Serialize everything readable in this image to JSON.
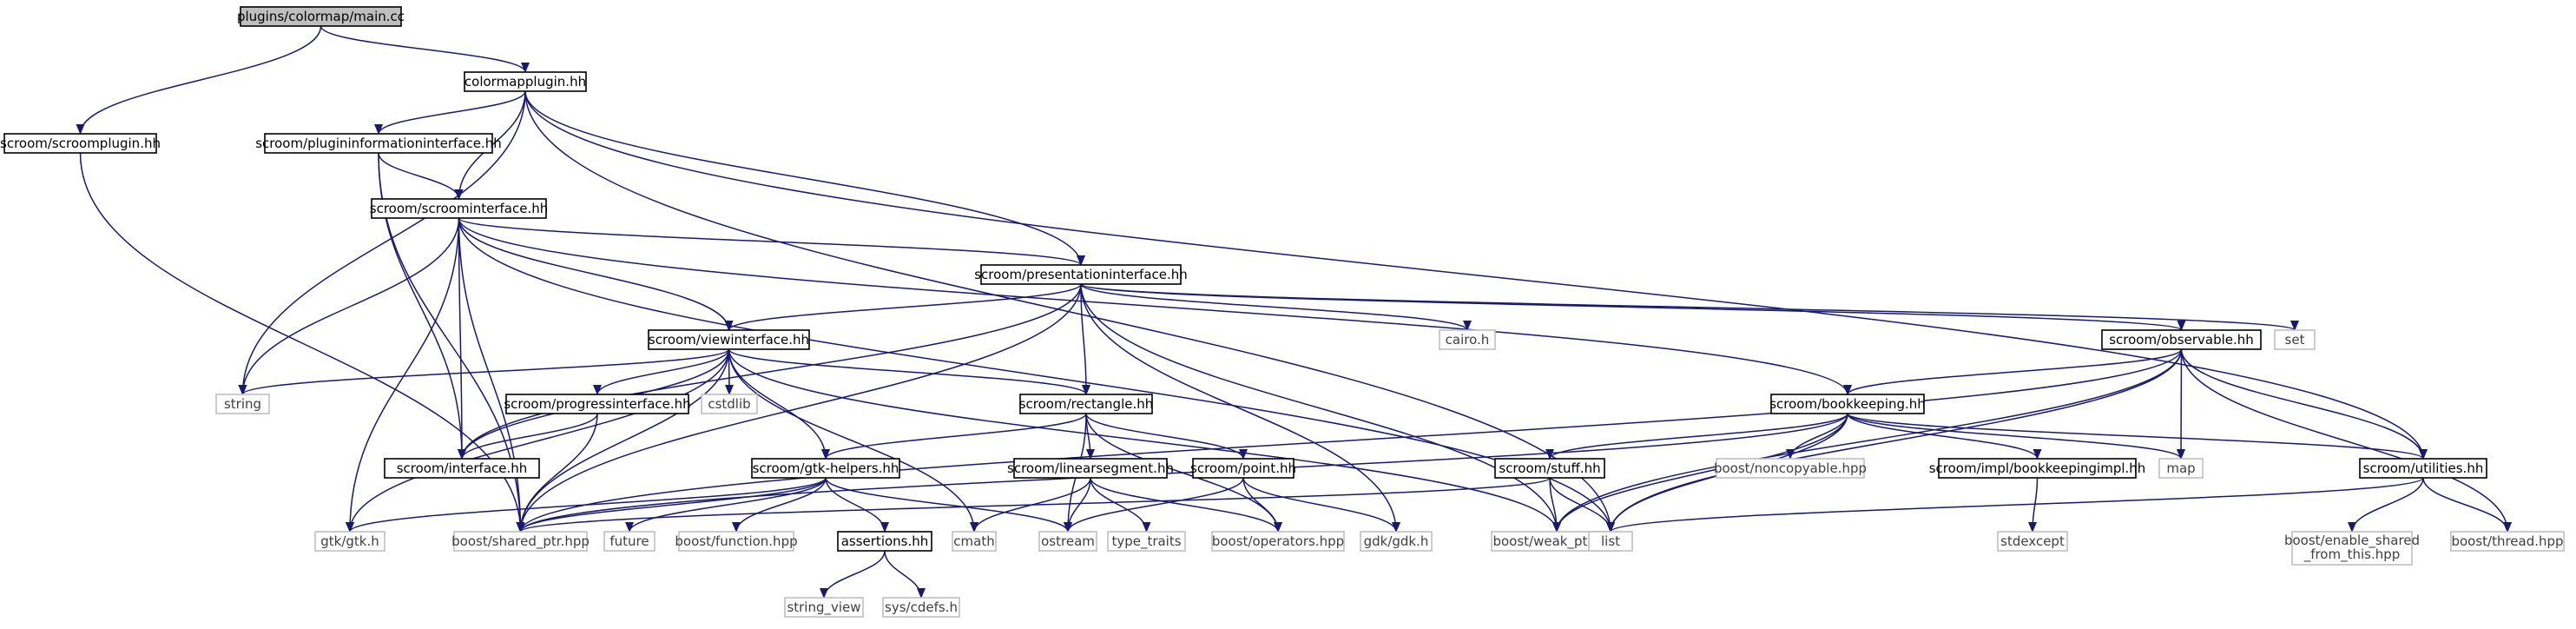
{
  "colors": {
    "edge": "#191970",
    "node_border": "#000000",
    "node_text": "#000000",
    "root_fill": "#bfbfbf",
    "node_fill": "#ffffff",
    "system_border": "#bfbfbf",
    "system_text": "#3f3f3f"
  },
  "nodes": [
    {
      "id": "main",
      "label": "plugins/colormap/main.cc",
      "kind": "root"
    },
    {
      "id": "cmplugin",
      "label": "colormapplugin.hh",
      "kind": "local"
    },
    {
      "id": "scroomplugin",
      "label": "scroom/scroomplugin.hh",
      "kind": "local"
    },
    {
      "id": "plugininfo",
      "label": "scroom/plugininformationinterface.hh",
      "kind": "local"
    },
    {
      "id": "scroominterface",
      "label": "scroom/scroominterface.hh",
      "kind": "local"
    },
    {
      "id": "presentation",
      "label": "scroom/presentationinterface.hh",
      "kind": "local"
    },
    {
      "id": "viewinterface",
      "label": "scroom/viewinterface.hh",
      "kind": "local"
    },
    {
      "id": "observable",
      "label": "scroom/observable.hh",
      "kind": "local"
    },
    {
      "id": "set",
      "label": "set",
      "kind": "system"
    },
    {
      "id": "cairo",
      "label": "cairo.h",
      "kind": "system"
    },
    {
      "id": "string",
      "label": "string",
      "kind": "system"
    },
    {
      "id": "cstdlib",
      "label": "cstdlib",
      "kind": "system"
    },
    {
      "id": "progress",
      "label": "scroom/progressinterface.hh",
      "kind": "local"
    },
    {
      "id": "interface",
      "label": "scroom/interface.hh",
      "kind": "local"
    },
    {
      "id": "rectangle",
      "label": "scroom/rectangle.hh",
      "kind": "local"
    },
    {
      "id": "bookkeeping",
      "label": "scroom/bookkeeping.hh",
      "kind": "local"
    },
    {
      "id": "gtkhelpers",
      "label": "scroom/gtk-helpers.hh",
      "kind": "local"
    },
    {
      "id": "linseg",
      "label": "scroom/linearsegment.hh",
      "kind": "local"
    },
    {
      "id": "point",
      "label": "scroom/point.hh",
      "kind": "local"
    },
    {
      "id": "stuff",
      "label": "scroom/stuff.hh",
      "kind": "local"
    },
    {
      "id": "noncopyable",
      "label": "boost/noncopyable.hpp",
      "kind": "system"
    },
    {
      "id": "bkimpl",
      "label": "scroom/impl/bookkeepingimpl.hh",
      "kind": "local"
    },
    {
      "id": "map",
      "label": "map",
      "kind": "system"
    },
    {
      "id": "utilities",
      "label": "scroom/utilities.hh",
      "kind": "local"
    },
    {
      "id": "gtkgtk",
      "label": "gtk/gtk.h",
      "kind": "system"
    },
    {
      "id": "sharedptr",
      "label": "boost/shared_ptr.hpp",
      "kind": "system"
    },
    {
      "id": "future",
      "label": "future",
      "kind": "system"
    },
    {
      "id": "function",
      "label": "boost/function.hpp",
      "kind": "system"
    },
    {
      "id": "assertions",
      "label": "assertions.hh",
      "kind": "local"
    },
    {
      "id": "cmath",
      "label": "cmath",
      "kind": "system"
    },
    {
      "id": "ostream",
      "label": "ostream",
      "kind": "system"
    },
    {
      "id": "typetraits",
      "label": "type_traits",
      "kind": "system"
    },
    {
      "id": "operators",
      "label": "boost/operators.hpp",
      "kind": "system"
    },
    {
      "id": "gdkgdk",
      "label": "gdk/gdk.h",
      "kind": "system"
    },
    {
      "id": "weakptr",
      "label": "boost/weak_ptr.hpp",
      "kind": "system"
    },
    {
      "id": "list",
      "label": "list",
      "kind": "system"
    },
    {
      "id": "stdexcept",
      "label": "stdexcept",
      "kind": "system"
    },
    {
      "id": "enableshared",
      "label": "boost/enable_shared\n_from_this.hpp",
      "kind": "system"
    },
    {
      "id": "thread",
      "label": "boost/thread.hpp",
      "kind": "system"
    },
    {
      "id": "stringview",
      "label": "string_view",
      "kind": "system"
    },
    {
      "id": "cdefs",
      "label": "sys/cdefs.h",
      "kind": "system"
    }
  ],
  "edges": [
    [
      "main",
      "cmplugin"
    ],
    [
      "main",
      "scroomplugin"
    ],
    [
      "cmplugin",
      "plugininfo"
    ],
    [
      "cmplugin",
      "scroominterface"
    ],
    [
      "cmplugin",
      "string"
    ],
    [
      "cmplugin",
      "presentation"
    ],
    [
      "cmplugin",
      "utilities"
    ],
    [
      "cmplugin",
      "list"
    ],
    [
      "scroomplugin",
      "sharedptr"
    ],
    [
      "plugininfo",
      "scroominterface"
    ],
    [
      "plugininfo",
      "interface"
    ],
    [
      "plugininfo",
      "sharedptr"
    ],
    [
      "scroominterface",
      "presentation"
    ],
    [
      "scroominterface",
      "viewinterface"
    ],
    [
      "scroominterface",
      "string"
    ],
    [
      "scroominterface",
      "gtkgtk"
    ],
    [
      "scroominterface",
      "sharedptr"
    ],
    [
      "scroominterface",
      "interface"
    ],
    [
      "scroominterface",
      "bookkeeping"
    ],
    [
      "scroominterface",
      "list"
    ],
    [
      "presentation",
      "viewinterface"
    ],
    [
      "presentation",
      "observable"
    ],
    [
      "presentation",
      "set"
    ],
    [
      "presentation",
      "cairo"
    ],
    [
      "presentation",
      "rectangle"
    ],
    [
      "presentation",
      "interface"
    ],
    [
      "presentation",
      "sharedptr"
    ],
    [
      "presentation",
      "gdkgdk"
    ],
    [
      "presentation",
      "weakptr"
    ],
    [
      "viewinterface",
      "string"
    ],
    [
      "viewinterface",
      "cstdlib"
    ],
    [
      "viewinterface",
      "progress"
    ],
    [
      "viewinterface",
      "interface"
    ],
    [
      "viewinterface",
      "rectangle"
    ],
    [
      "viewinterface",
      "gtkhelpers"
    ],
    [
      "viewinterface",
      "gtkgtk"
    ],
    [
      "viewinterface",
      "sharedptr"
    ],
    [
      "viewinterface",
      "cmath"
    ],
    [
      "viewinterface",
      "weakptr"
    ],
    [
      "observable",
      "bookkeeping"
    ],
    [
      "observable",
      "map"
    ],
    [
      "observable",
      "utilities"
    ],
    [
      "observable",
      "thread"
    ],
    [
      "observable",
      "list"
    ],
    [
      "observable",
      "sharedptr"
    ],
    [
      "observable",
      "weakptr"
    ],
    [
      "progress",
      "interface"
    ],
    [
      "progress",
      "sharedptr"
    ],
    [
      "rectangle",
      "gtkhelpers"
    ],
    [
      "rectangle",
      "linseg"
    ],
    [
      "rectangle",
      "point"
    ],
    [
      "rectangle",
      "ostream"
    ],
    [
      "rectangle",
      "operators"
    ],
    [
      "bookkeeping",
      "stuff"
    ],
    [
      "bookkeeping",
      "noncopyable"
    ],
    [
      "bookkeeping",
      "bkimpl"
    ],
    [
      "bookkeeping",
      "map"
    ],
    [
      "bookkeeping",
      "utilities"
    ],
    [
      "bookkeeping",
      "list"
    ],
    [
      "bookkeeping",
      "sharedptr"
    ],
    [
      "bookkeeping",
      "weakptr"
    ],
    [
      "gtkhelpers",
      "gtkgtk"
    ],
    [
      "gtkhelpers",
      "sharedptr"
    ],
    [
      "gtkhelpers",
      "future"
    ],
    [
      "gtkhelpers",
      "function"
    ],
    [
      "gtkhelpers",
      "assertions"
    ],
    [
      "gtkhelpers",
      "ostream"
    ],
    [
      "linseg",
      "cmath"
    ],
    [
      "linseg",
      "ostream"
    ],
    [
      "linseg",
      "typetraits"
    ],
    [
      "linseg",
      "operators"
    ],
    [
      "point",
      "ostream"
    ],
    [
      "point",
      "operators"
    ],
    [
      "point",
      "gdkgdk"
    ],
    [
      "stuff",
      "sharedptr"
    ],
    [
      "stuff",
      "weakptr"
    ],
    [
      "stuff",
      "list"
    ],
    [
      "bkimpl",
      "stdexcept"
    ],
    [
      "utilities",
      "enableshared"
    ],
    [
      "utilities",
      "thread"
    ],
    [
      "utilities",
      "list"
    ],
    [
      "assertions",
      "stringview"
    ],
    [
      "assertions",
      "cdefs"
    ]
  ]
}
